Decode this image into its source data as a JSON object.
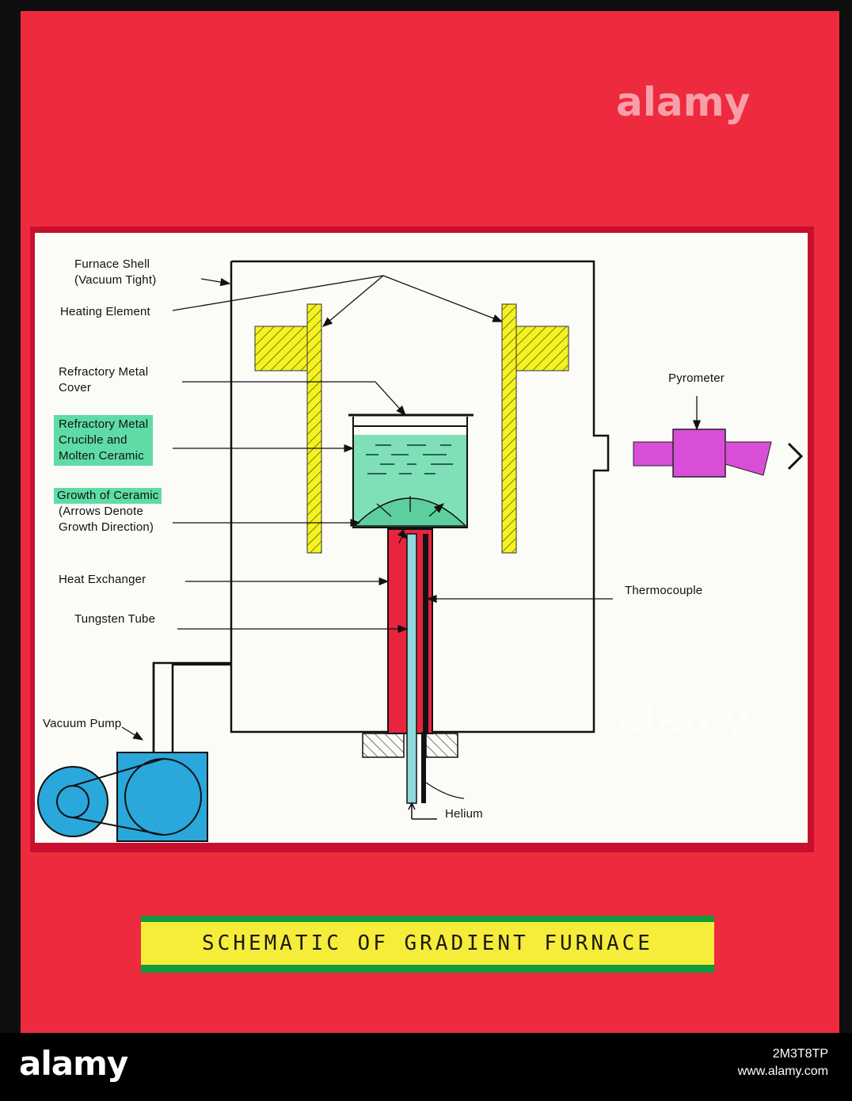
{
  "diagram": {
    "labels": {
      "furnace_shell_1": "Furnace Shell",
      "furnace_shell_2": "(Vacuum Tight)",
      "heating_element": "Heating Element",
      "cover_1": "Refractory Metal",
      "cover_2": "Cover",
      "crucible_1": "Refractory Metal",
      "crucible_2": "Crucible and",
      "crucible_3": "Molten Ceramic",
      "growth_1": "Growth of Ceramic",
      "growth_2": "(Arrows Denote",
      "growth_3": "Growth Direction)",
      "heat_exchanger": "Heat Exchanger",
      "tungsten_tube": "Tungsten Tube",
      "vacuum_pump": "Vacuum Pump",
      "pyrometer": "Pyrometer",
      "thermocouple": "Thermocouple",
      "helium": "Helium"
    },
    "colors": {
      "board": "#ee2a3f",
      "heating_element": "#f4f21f",
      "molten_ceramic": "#7fe0b7",
      "heat_exchanger": "#e8243f",
      "tungsten_tube": "#8fd8dc",
      "vacuum_pump": "#2aa7db",
      "pyrometer": "#d94ed6"
    }
  },
  "banner": {
    "title": "SCHEMATIC OF GRADIENT FURNACE"
  },
  "watermark": {
    "logo": "alamy",
    "image_id": "2M3T8TP",
    "site": "www.alamy.com"
  }
}
